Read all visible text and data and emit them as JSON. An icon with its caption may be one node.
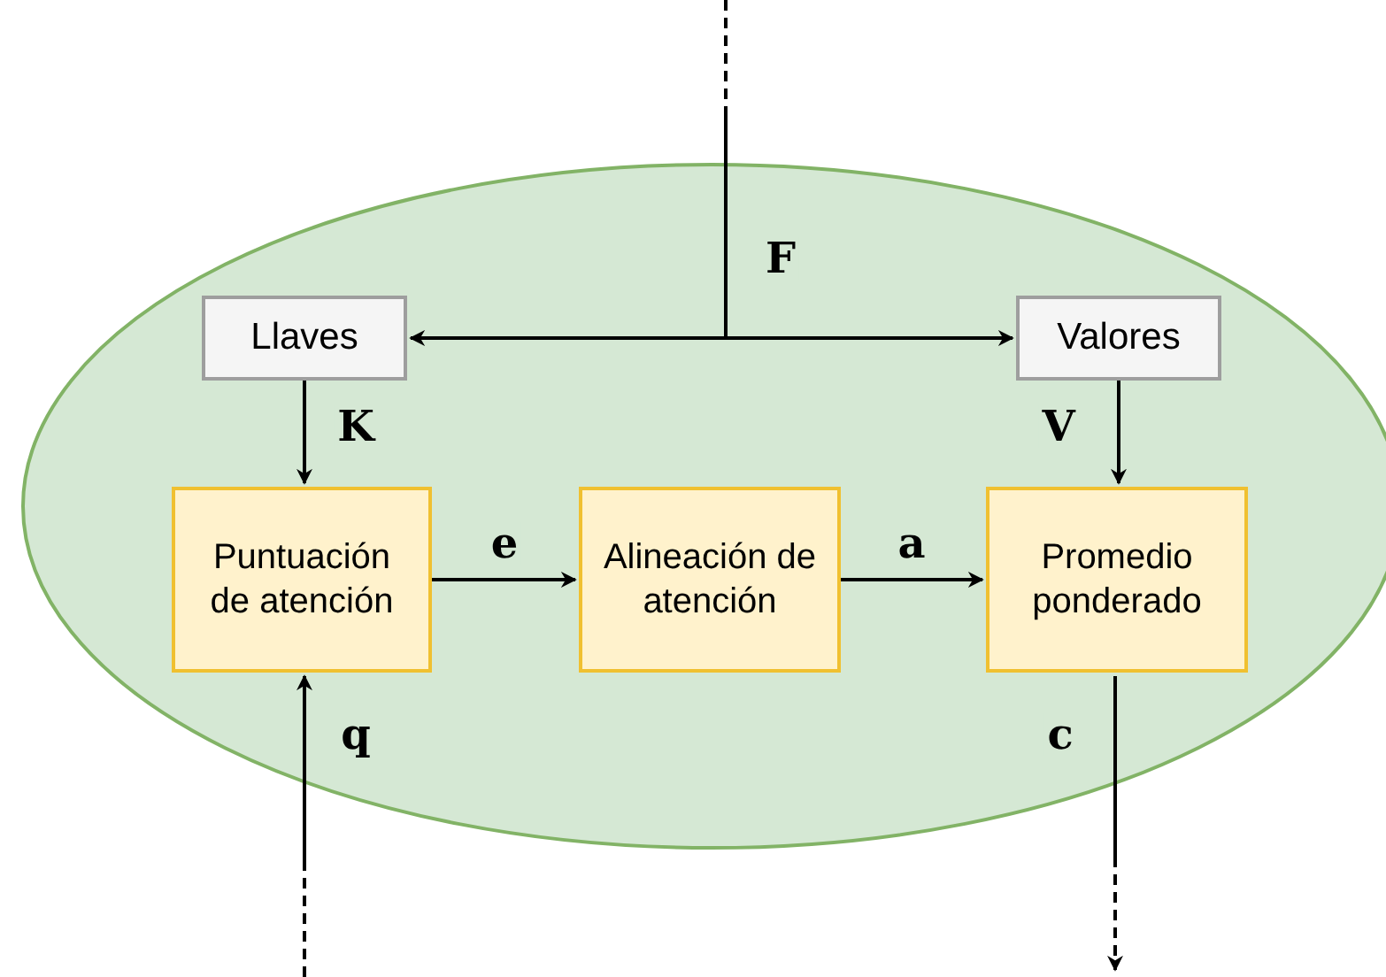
{
  "diagram": {
    "nodes": [
      {
        "text": [],
        "shape": "ellipse"
      },
      {
        "text": [
          "Llaves"
        ],
        "in": 0
      },
      {
        "text": [
          "Valores"
        ],
        "in": 0
      },
      {
        "text": [
          "Puntuación de atención"
        ],
        "in": 0
      },
      {
        "text": [
          "Alineación de atención"
        ],
        "in": 0
      },
      {
        "text": [
          "Promedio ponderado"
        ],
        "in": 0
      }
    ],
    "edges": [
      {
        "from": null,
        "to": 1,
        "arrow": "to",
        "label": "F",
        "style": "dashed"
      },
      {
        "from": null,
        "to": 2,
        "arrow": "to",
        "style": "dashed"
      },
      {
        "from": 1,
        "to": 3,
        "arrow": "to",
        "label": "K"
      },
      {
        "from": 2,
        "to": 5,
        "arrow": "to",
        "label": "V"
      },
      {
        "from": 3,
        "to": 4,
        "arrow": "to",
        "label": "e"
      },
      {
        "from": 4,
        "to": 5,
        "arrow": "to",
        "label": "a"
      },
      {
        "from": null,
        "to": 3,
        "arrow": "to",
        "label": "q",
        "style": "dashed"
      },
      {
        "from": 5,
        "to": null,
        "arrow": "to",
        "label": "c",
        "style": "dashed"
      }
    ]
  }
}
